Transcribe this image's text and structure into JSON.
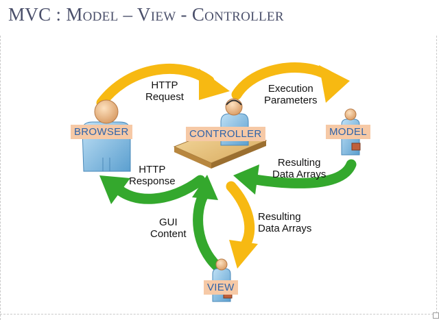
{
  "title": "MVC : Model – View - Controller",
  "nodes": {
    "browser": "BROWSER",
    "controller": "CONTROLLER",
    "model": "MODEL",
    "view": "VIEW"
  },
  "flows": {
    "http_request_1": "HTTP",
    "http_request_2": "Request",
    "execution_1": "Execution",
    "execution_2": "Parameters",
    "model_result_1": "Resulting",
    "model_result_2": "Data Arrays",
    "http_response_1": "HTTP",
    "http_response_2": "Response",
    "view_result_1": "Resulting",
    "view_result_2": "Data Arrays",
    "gui_content_1": "GUI",
    "gui_content_2": "Content"
  },
  "colors": {
    "yellow_arrow": "#f7b912",
    "green_arrow": "#34a82d",
    "tag_background": "#f6c9a6",
    "tag_text": "#2f63a8",
    "title_text": "#4a4f6a"
  }
}
